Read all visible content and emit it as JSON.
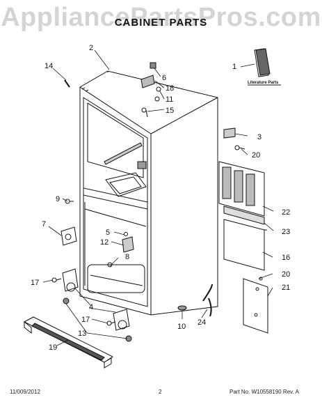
{
  "watermark": "AppliancePartsPros.com",
  "title": "CABINET PARTS",
  "literature_label": "Literature Parts",
  "callouts": [
    "1",
    "2",
    "14",
    "6",
    "18",
    "11",
    "15",
    "3",
    "20",
    "22",
    "23",
    "9",
    "7",
    "5",
    "12",
    "8",
    "16",
    "20",
    "21",
    "17",
    "4",
    "17",
    "13",
    "10",
    "24",
    "19"
  ],
  "footer": {
    "date": "11/009/2012",
    "page": "2",
    "part_no": "Part No. W10558190  Rev. A"
  }
}
